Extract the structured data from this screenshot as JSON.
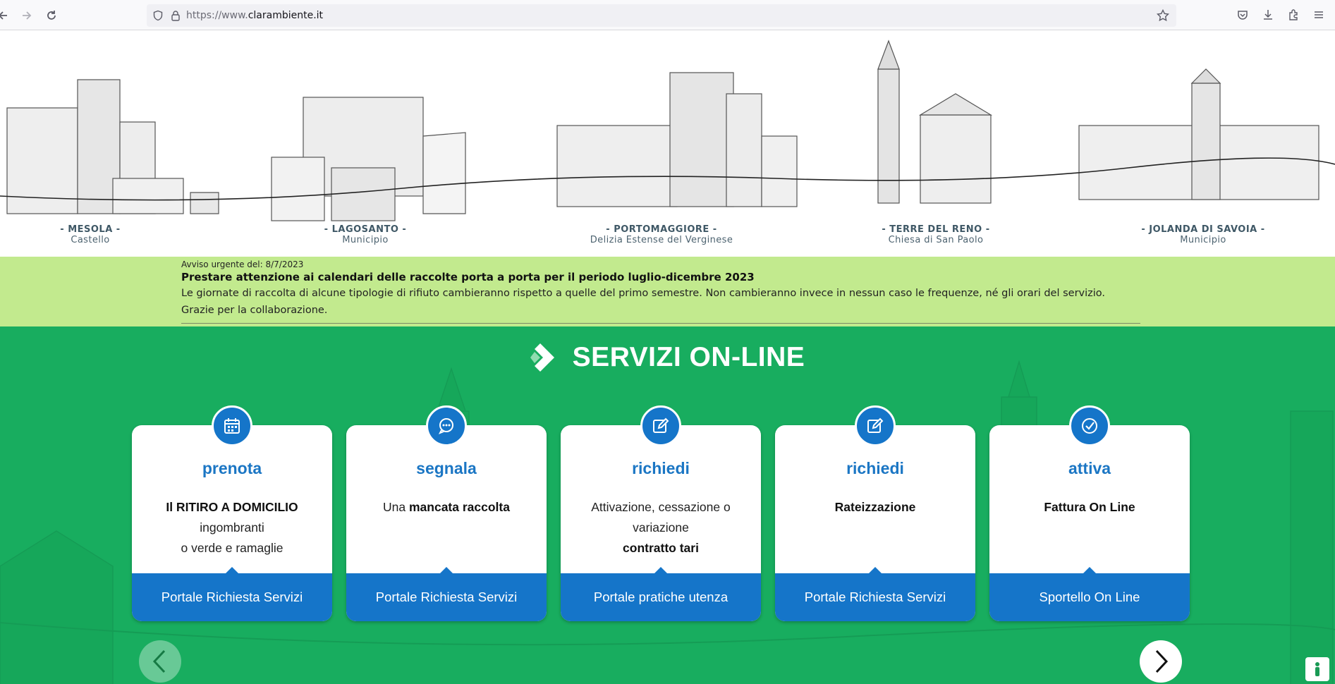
{
  "browser": {
    "url_prefix": "https://www.",
    "url_domain": "clarambiente.it"
  },
  "towns": [
    {
      "name": "- MESOLA -",
      "sub": "Castello"
    },
    {
      "name": "- LAGOSANTO -",
      "sub": "Municipio"
    },
    {
      "name": "- PORTOMAGGIORE -",
      "sub": "Delizia Estense del Verginese"
    },
    {
      "name": "- TERRE DEL RENO -",
      "sub": "Chiesa di San Paolo"
    },
    {
      "name": "- JOLANDA DI SAVOIA -",
      "sub": "Municipio"
    }
  ],
  "notice": {
    "date": "Avviso urgente del: 8/7/2023",
    "title": "Prestare attenzione ai calendari delle raccolte porta a porta per il periodo luglio-dicembre 2023",
    "body": "Le giornate di raccolta di alcune tipologie di rifiuto cambieranno rispetto a quelle del primo semestre. Non cambieranno invece in nessun caso le frequenze, né gli orari del servizio. Grazie per la collaborazione."
  },
  "services": {
    "title": "SERVIZI ON-LINE",
    "cards": [
      {
        "icon": "calendar-icon",
        "verb": "prenota",
        "line1_bold": "Il RITIRO A DOMICILIO",
        "line2": "ingombranti",
        "line3": "o verde e ramaglie",
        "footer": "Portale Richiesta Servizi"
      },
      {
        "icon": "chat-icon",
        "verb": "segnala",
        "line1_plain": "Una",
        "line1_bold": "mancata raccolta",
        "footer": "Portale Richiesta Servizi"
      },
      {
        "icon": "edit-icon",
        "verb": "richiedi",
        "line1": "Attivazione, cessazione o",
        "line2": "variazione",
        "line3_bold": "contratto tari",
        "footer": "Portale pratiche utenza"
      },
      {
        "icon": "edit-icon",
        "verb": "richiedi",
        "line1_bold": "Rateizzazione",
        "footer": "Portale Richiesta Servizi"
      },
      {
        "icon": "check-circle-icon",
        "verb": "attiva",
        "line1_bold": "Fattura On Line",
        "footer": "Sportello On Line"
      }
    ]
  },
  "colors": {
    "services_bg": "#18ad5f",
    "notice_bg": "#c2ea8e",
    "card_blue": "#1575c9"
  }
}
